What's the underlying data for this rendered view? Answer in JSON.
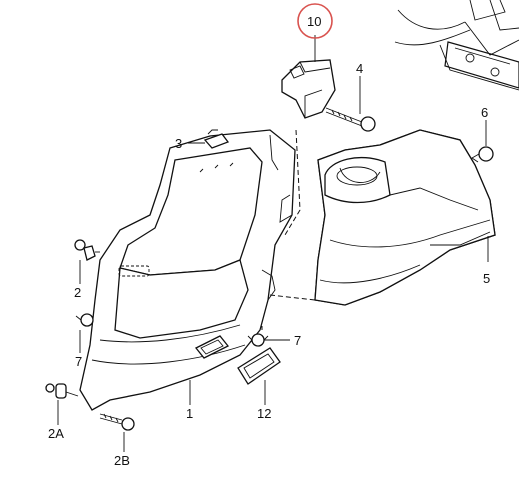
{
  "callouts": {
    "c10": "10",
    "c4": "4",
    "c6": "6",
    "c3": "3",
    "c2": "2",
    "c7a": "7",
    "c7b": "7",
    "c5": "5",
    "c2A": "2A",
    "c1": "1",
    "c12": "12",
    "c2B": "2B"
  },
  "colors": {
    "line": "#111111",
    "highlight_circle": "#d9534f",
    "background": "#ffffff"
  }
}
